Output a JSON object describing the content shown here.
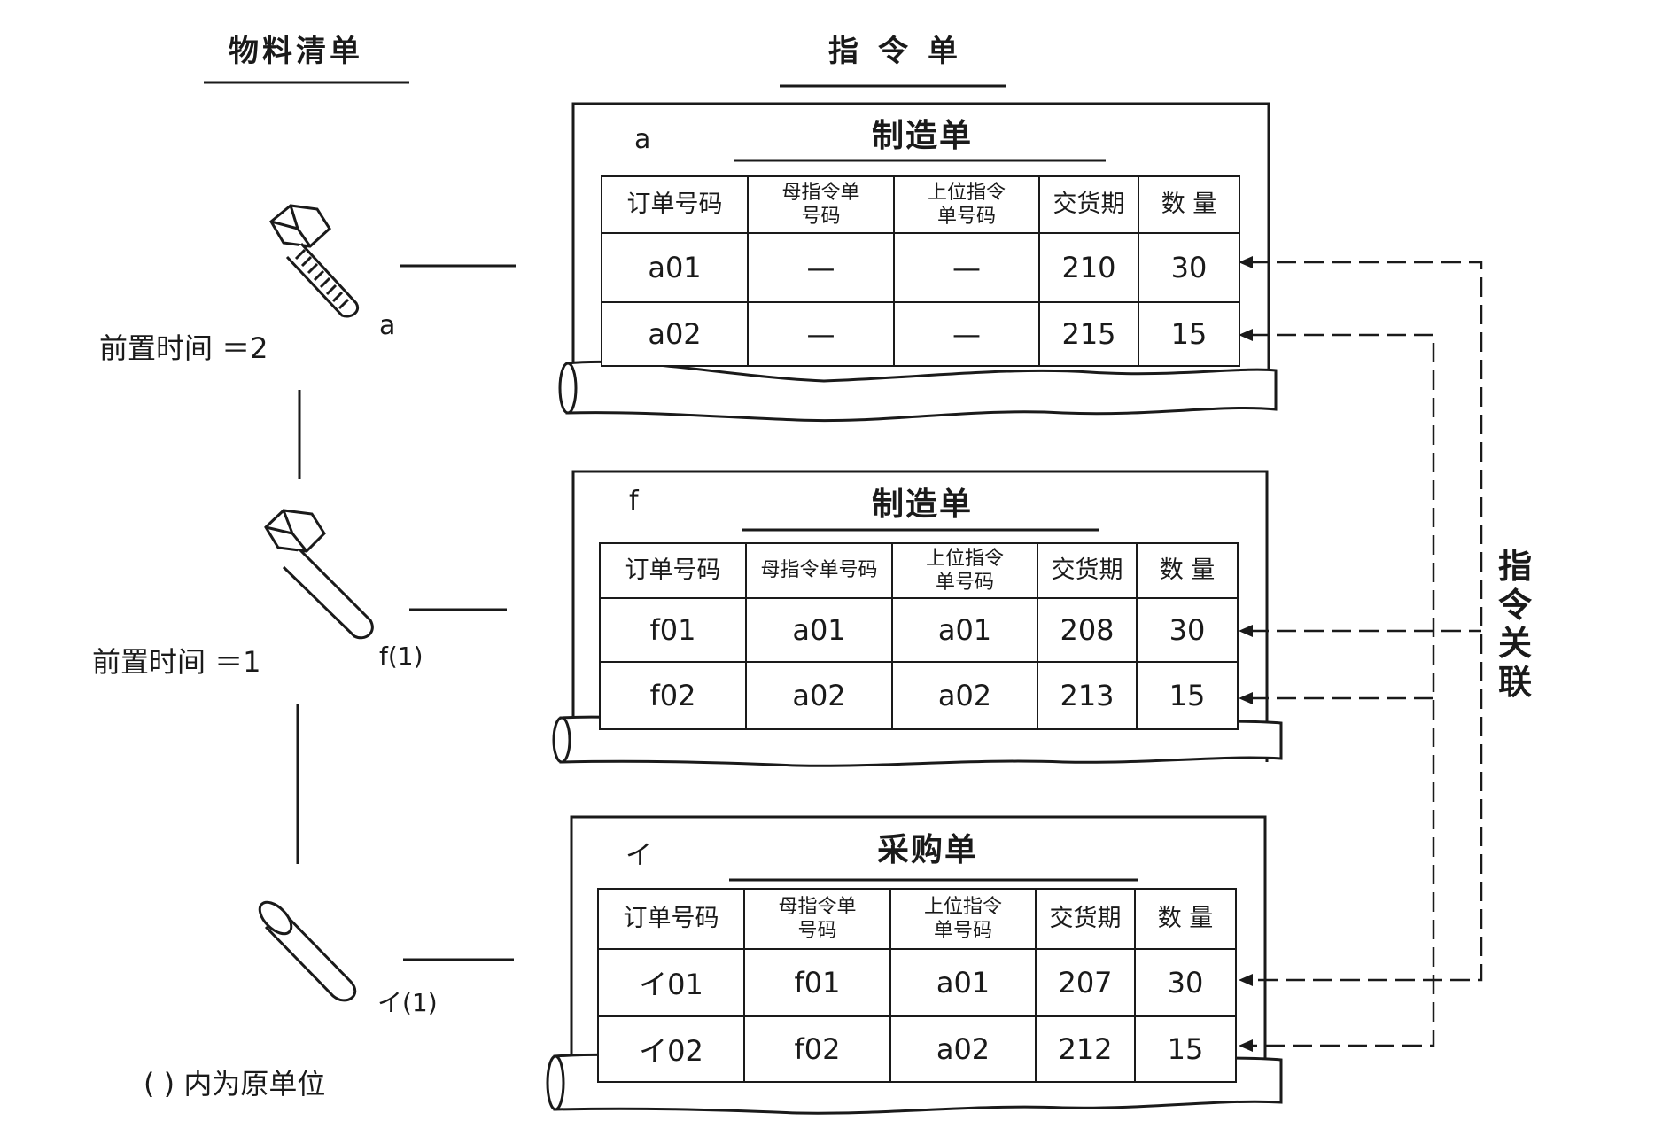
{
  "bom_header": "物料清单",
  "orders_header": "指令单",
  "leadtime_a": "前置时间 ＝2",
  "leadtime_f": "前置时间 ＝1",
  "item_label_a": "a",
  "item_label_f": "f(1)",
  "item_label_i": "イ(1)",
  "footnote": "( ) 内为原单位",
  "link_label": "指令关联",
  "columns": [
    "订单号码",
    "母指令单号码",
    "上位指令单号码",
    "交货期",
    "数 量"
  ],
  "forms": [
    {
      "id": "a",
      "title": "制造单",
      "rows": [
        [
          "a01",
          "—",
          "—",
          "210",
          "30"
        ],
        [
          "a02",
          "—",
          "—",
          "215",
          "15"
        ]
      ]
    },
    {
      "id": "f",
      "title": "制造单",
      "rows": [
        [
          "f01",
          "a01",
          "a01",
          "208",
          "30"
        ],
        [
          "f02",
          "a02",
          "a02",
          "213",
          "15"
        ]
      ]
    },
    {
      "id": "イ",
      "title": "采购单",
      "rows": [
        [
          "イ01",
          "f01",
          "a01",
          "207",
          "30"
        ],
        [
          "イ02",
          "f02",
          "a02",
          "212",
          "15"
        ]
      ]
    }
  ]
}
